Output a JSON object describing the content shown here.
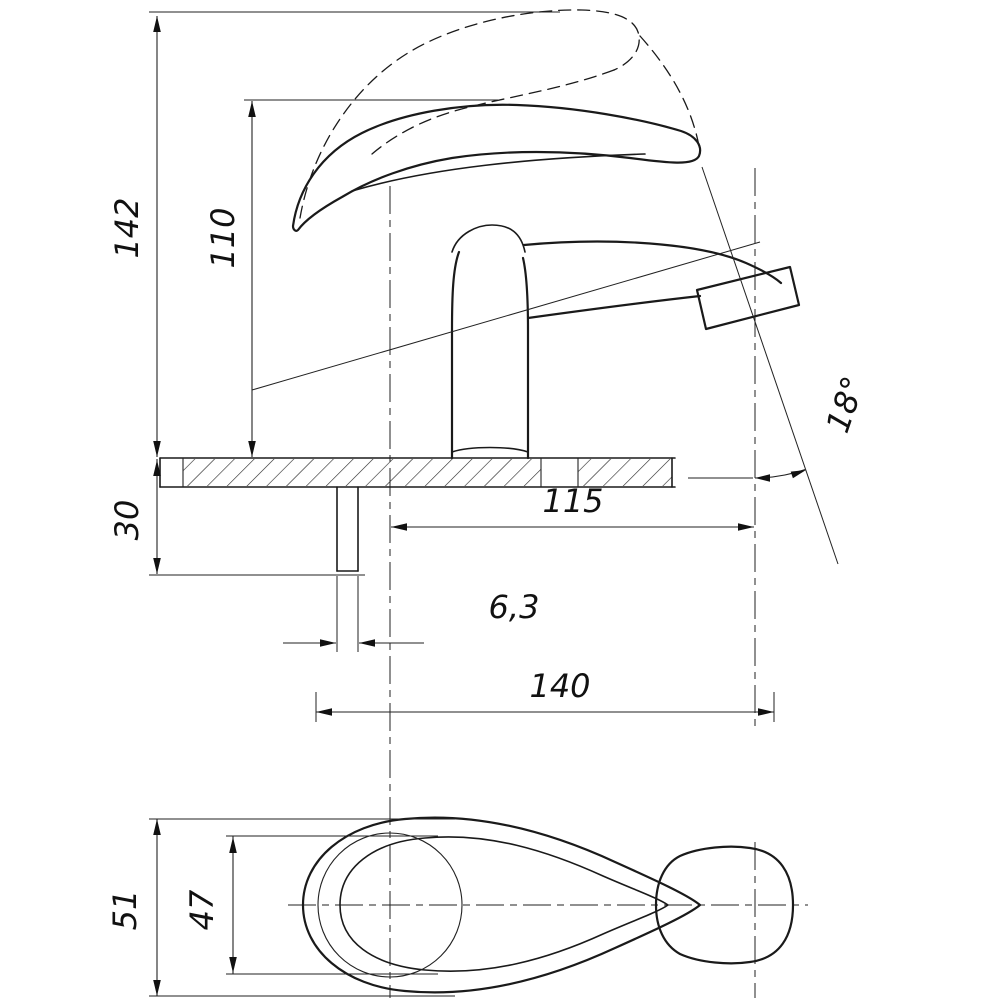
{
  "colors": {
    "line": "#1a1a1a",
    "background": "#ffffff"
  },
  "drawing": {
    "dimensions": {
      "total_height": "142",
      "handle_height": "110",
      "under_counter_depth": "30",
      "spout_reach": "115",
      "stud_width": "6,3",
      "overall_length": "140",
      "spout_angle": "18°",
      "overall_width": "51",
      "body_width": "47"
    }
  }
}
